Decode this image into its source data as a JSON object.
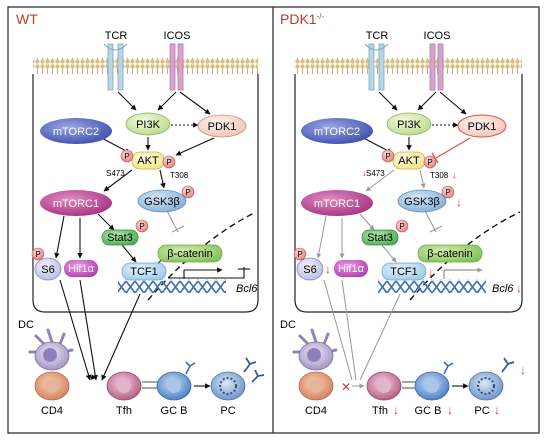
{
  "panels": {
    "wt": {
      "title": "WT",
      "title_color": "#c0392b"
    },
    "ko": {
      "title": "PDK1",
      "superscript": "-/-",
      "title_color": "#c0392b"
    }
  },
  "receptors": {
    "tcr": "TCR",
    "icos": "ICOS"
  },
  "nodes": {
    "pi3k": "PI3K",
    "pdk1": "PDK1",
    "mtorc2": "mTORC2",
    "akt": "AKT",
    "s473": "S473",
    "t308": "T308",
    "mtorc1": "mTORC1",
    "gsk3b": "GSK3β",
    "stat3": "Stat3",
    "bcatenin": "β-catenin",
    "s6": "S6",
    "hif1a": "Hif1α",
    "tcf1": "TCF1",
    "bcl6": "Bcl6",
    "phospho": "P"
  },
  "cells": {
    "dc": "DC",
    "cd4": "CD4",
    "tfh": "Tfh",
    "gcb": "GC B",
    "pc": "PC"
  },
  "markers": {
    "down": "↓",
    "block": "✕"
  },
  "colors": {
    "down_arrow": "#d63a2e",
    "inhibit": "#d9534f",
    "membrane": "#d8c089",
    "panel_border": "#333333"
  }
}
